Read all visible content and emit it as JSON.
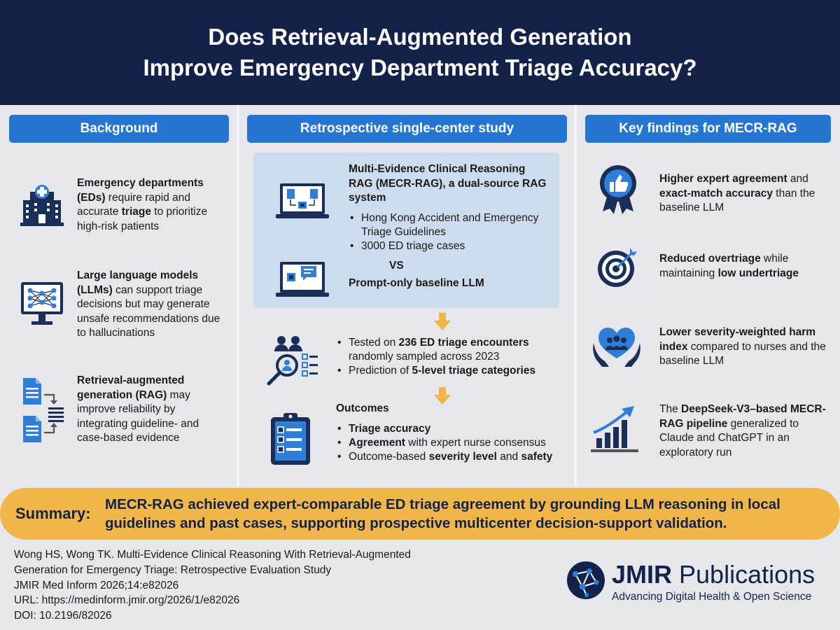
{
  "header": {
    "title_line1": "Does Retrieval-Augmented Generation",
    "title_line2": "Improve Emergency Department Triage Accuracy?"
  },
  "background": {
    "heading": "Background",
    "items": [
      {
        "icon": "hospital-icon",
        "b1": "Emergency departments (EDs)",
        "t1": " require rapid and accurate ",
        "b2": "triage",
        "t2": " to prioritize high-risk patients"
      },
      {
        "icon": "neural-network-monitor-icon",
        "b1": "Large language models (LLMs)",
        "t1": " can support triage decisions but may generate unsafe recommendations due to hallucinations"
      },
      {
        "icon": "documents-merge-icon",
        "b1": "Retrieval-augmented generation (RAG)",
        "t1": " may improve reliability by integrating guideline- and case-based evidence"
      }
    ]
  },
  "study": {
    "heading": "Retrospective single-center study",
    "system_title": "Multi-Evidence Clinical Reasoning RAG (MECR-RAG), a dual-source RAG system",
    "sources": [
      "Hong Kong Accident and Emergency Triage Guidelines",
      "3000 ED triage cases"
    ],
    "vs": "VS",
    "baseline": "Prompt-only baseline LLM",
    "test_b1": "Tested on ",
    "test_b2": "236 ED triage encounters",
    "test_rest": " randomly sampled across 2023",
    "pred_t1": "Prediction of ",
    "pred_b1": "5-level triage categories",
    "outcomes_title": "Outcomes",
    "outcome1": "Triage accuracy",
    "outcome2_b": "Agreement",
    "outcome2_t": " with expert nurse consensus",
    "outcome3_t": "Outcome-based ",
    "outcome3_b": "severity level",
    "outcome3_t2": " and ",
    "outcome3_b2": "safety"
  },
  "findings": {
    "heading": "Key findings for MECR-RAG",
    "f1_b1": "Higher expert agreement",
    "f1_t1": " and ",
    "f1_b2": "exact-match accuracy",
    "f1_t2": " than the baseline LLM",
    "f2_b1": "Reduced overtriage",
    "f2_t1": " while maintaining ",
    "f2_b2": "low undertriage",
    "f3_b1": "Lower severity-weighted harm index",
    "f3_t1": " compared to nurses and the baseline LLM",
    "f4_t0": "The ",
    "f4_b1": "DeepSeek-V3–based MECR-RAG pipeline",
    "f4_t1": " generalized to Claude and ChatGPT in an exploratory run"
  },
  "summary": {
    "label": "Summary:",
    "line1": "MECR-RAG achieved expert-comparable ED triage agreement by grounding LLM reasoning in local",
    "line2": "guidelines and past cases, supporting prospective multicenter decision-support validation."
  },
  "citation": [
    "Wong HS, Wong TK. Multi-Evidence Clinical Reasoning With Retrieval-Augmented",
    "Generation for Emergency Triage: Retrospective Evaluation Study",
    "JMIR Med Inform 2026;14:e82026",
    "URL: https://medinform.jmir.org/2026/1/e82026",
    "DOI: 10.2196/82026"
  ],
  "logo": {
    "name_bold": "JMIR",
    "name_rest": " Publications",
    "tagline": "Advancing Digital Health & Open Science"
  },
  "colors": {
    "navy": "#14224a",
    "blue": "#2576d2",
    "orange": "#f1b548",
    "panel": "#ccdcec"
  }
}
